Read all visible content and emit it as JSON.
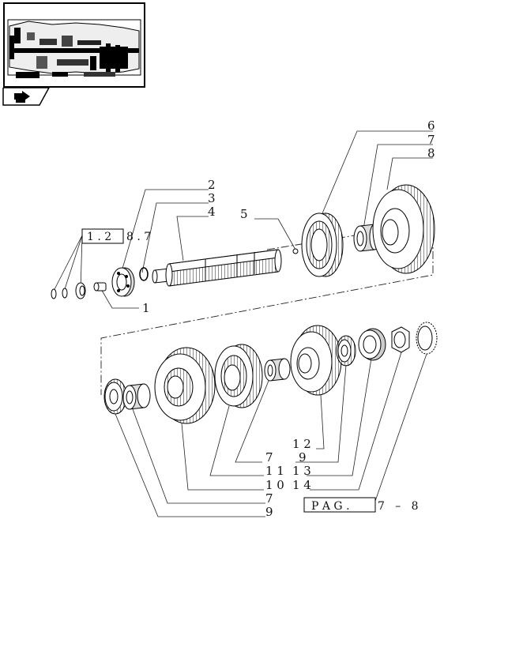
{
  "thumbnail": {
    "icon": "transmission-section-thumbnail"
  },
  "nav": {
    "icon": "navigation-arrow-icon"
  },
  "callouts": {
    "c1": "1",
    "c2": "2",
    "c3": "3",
    "c4": "4",
    "c5": "5",
    "c6": "6",
    "c7": "7",
    "c8": "8",
    "c12": "1 2",
    "c7b": "7",
    "c9": "9",
    "c11": "1 1",
    "c13": "1 3",
    "c10": "1 0",
    "c14": "1 4",
    "c7c": "7",
    "c9b": "9"
  },
  "refs": {
    "ref1_box": "1 . 2",
    "ref1_tail": "8 . 7",
    "pag_box": "P A G .",
    "pag_tail": "7   –   8"
  }
}
